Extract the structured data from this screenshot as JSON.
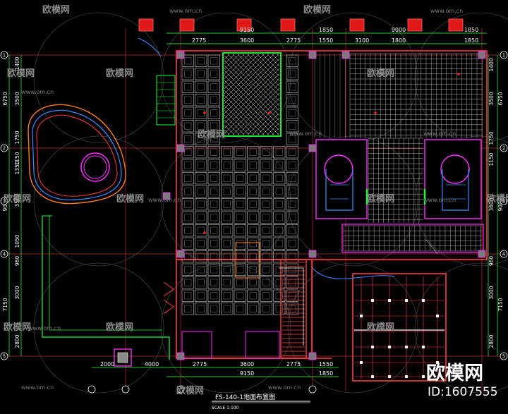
{
  "drawing": {
    "title": "FS-140-1地面布置图",
    "scale_note": "SCALE  1:100",
    "colors": {
      "background": "#000000",
      "wall": "#ff3b3b",
      "tile": "#ffffff",
      "green": "#1aff3b",
      "magenta": "#ff2dff",
      "axis": "#ff4a4a",
      "dim_line": "#3cff4a"
    },
    "top_dims_outer": [
      "9150",
      "1850",
      "9000",
      "1850"
    ],
    "top_dims_inner": [
      "2775",
      "3600",
      "2775",
      "1550",
      "3100",
      "1800",
      "1850"
    ],
    "bottom_dims_inner": [
      "2000",
      "4000",
      "2775",
      "3600",
      "2775",
      "1550"
    ],
    "bottom_dims_outer": [
      "9150",
      "1850"
    ],
    "left_dims_outer": [
      "6750",
      "9000",
      "7150"
    ],
    "left_dims_inner": [
      "1400",
      "3500",
      "1750",
      "1150",
      "1350",
      "3500",
      "1050",
      "960",
      "3000",
      "2800"
    ],
    "right_dims_outer": [
      "6750",
      "9000",
      "7150"
    ],
    "right_dims_inner": [
      "1400",
      "3500",
      "1750",
      "1150",
      "3600",
      "960",
      "3000",
      "2800"
    ],
    "axis_numbers": [
      "1",
      "2",
      "3",
      "4",
      "5"
    ]
  },
  "watermark": {
    "text": "欧模网",
    "url": "www.om.cn",
    "brand": "欧模网",
    "id_label": "ID:1607555"
  }
}
